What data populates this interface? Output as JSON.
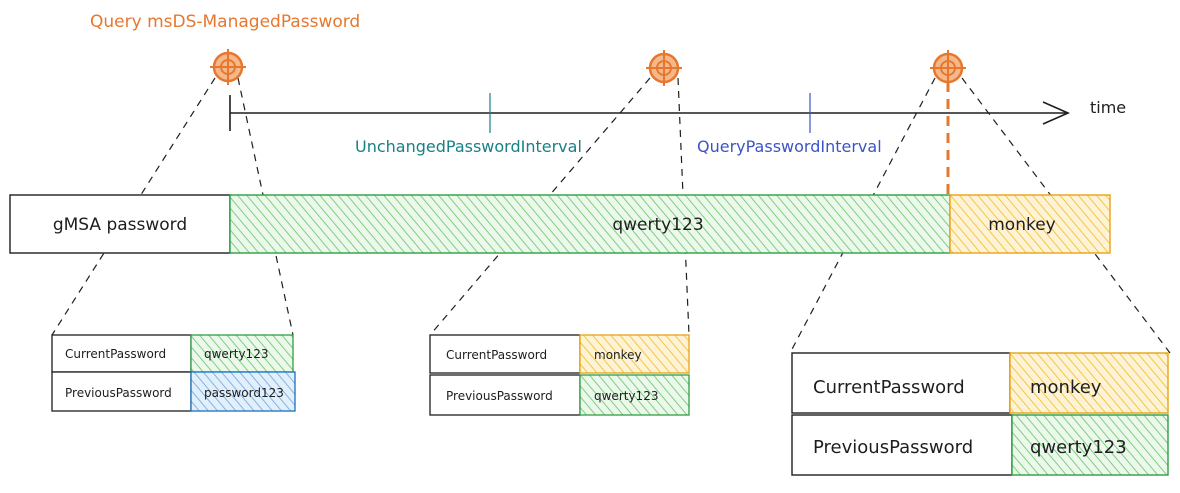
{
  "header": {
    "query_label": "Query msDS-ManagedPassword"
  },
  "timeline": {
    "axis_label": "time",
    "intervals": [
      {
        "label": "UnchangedPasswordInterval",
        "color": "#1a7f87"
      },
      {
        "label": "QueryPasswordInterval",
        "color": "#3b55c4"
      }
    ]
  },
  "password_bar": {
    "title": "gMSA password",
    "segments": [
      {
        "value": "qwerty123",
        "fill": "#a8dca8",
        "stroke": "#2f9e44"
      },
      {
        "value": "monkey",
        "fill": "#ffd98a",
        "stroke": "#e8a317"
      }
    ]
  },
  "snapshots": [
    {
      "rows": [
        {
          "name": "CurrentPassword",
          "value": "qwerty123",
          "fill": "#a8dca8",
          "stroke": "#2f9e44"
        },
        {
          "name": "PreviousPassword",
          "value": "password123",
          "fill": "#9cc9f0",
          "stroke": "#1971c2"
        }
      ]
    },
    {
      "rows": [
        {
          "name": "CurrentPassword",
          "value": "monkey",
          "fill": "#ffd98a",
          "stroke": "#e8a317"
        },
        {
          "name": "PreviousPassword",
          "value": "qwerty123",
          "fill": "#a8dca8",
          "stroke": "#2f9e44"
        }
      ]
    },
    {
      "rows": [
        {
          "name": "CurrentPassword",
          "value": "monkey",
          "fill": "#ffd98a",
          "stroke": "#e8a317"
        },
        {
          "name": "PreviousPassword",
          "value": "qwerty123",
          "fill": "#a8dca8",
          "stroke": "#2f9e44"
        }
      ]
    }
  ],
  "colors": {
    "query_marker": "#e8772e",
    "line": "#1e1e1e"
  }
}
